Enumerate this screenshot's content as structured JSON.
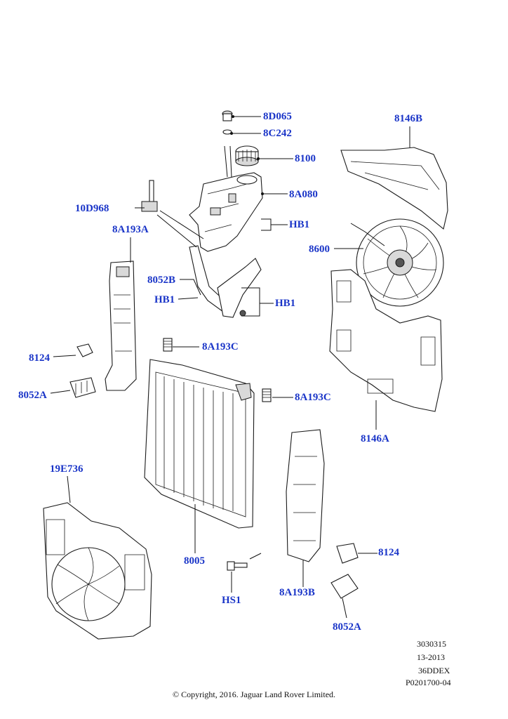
{
  "callouts": {
    "c8d065": "8D065",
    "c8c242": "8C242",
    "c8100": "8100",
    "c8a080": "8A080",
    "c10d968": "10D968",
    "chb1_top": "HB1",
    "c8a193a": "8A193A",
    "c8052b": "8052B",
    "chb1_left": "HB1",
    "chb1_right": "HB1",
    "c8146b": "8146B",
    "c8600": "8600",
    "c8a193c_top": "8A193C",
    "c8124_left": "8124",
    "c8052a_left": "8052A",
    "c8a193c_mid": "8A193C",
    "c8146a": "8146A",
    "c19e736": "19E736",
    "c8005": "8005",
    "chs1": "HS1",
    "c8a193b": "8A193B",
    "c8124_right": "8124",
    "c8052a_right": "8052A"
  },
  "reference": {
    "line1": "3030315",
    "line2": "13-2013",
    "line3": "36DDEX",
    "line4": "P0201700-04"
  },
  "copyright": "© Copyright, 2016. Jaguar Land Rover Limited.",
  "colors": {
    "callout": "#1a35c8",
    "line": "#1a1a1a"
  }
}
